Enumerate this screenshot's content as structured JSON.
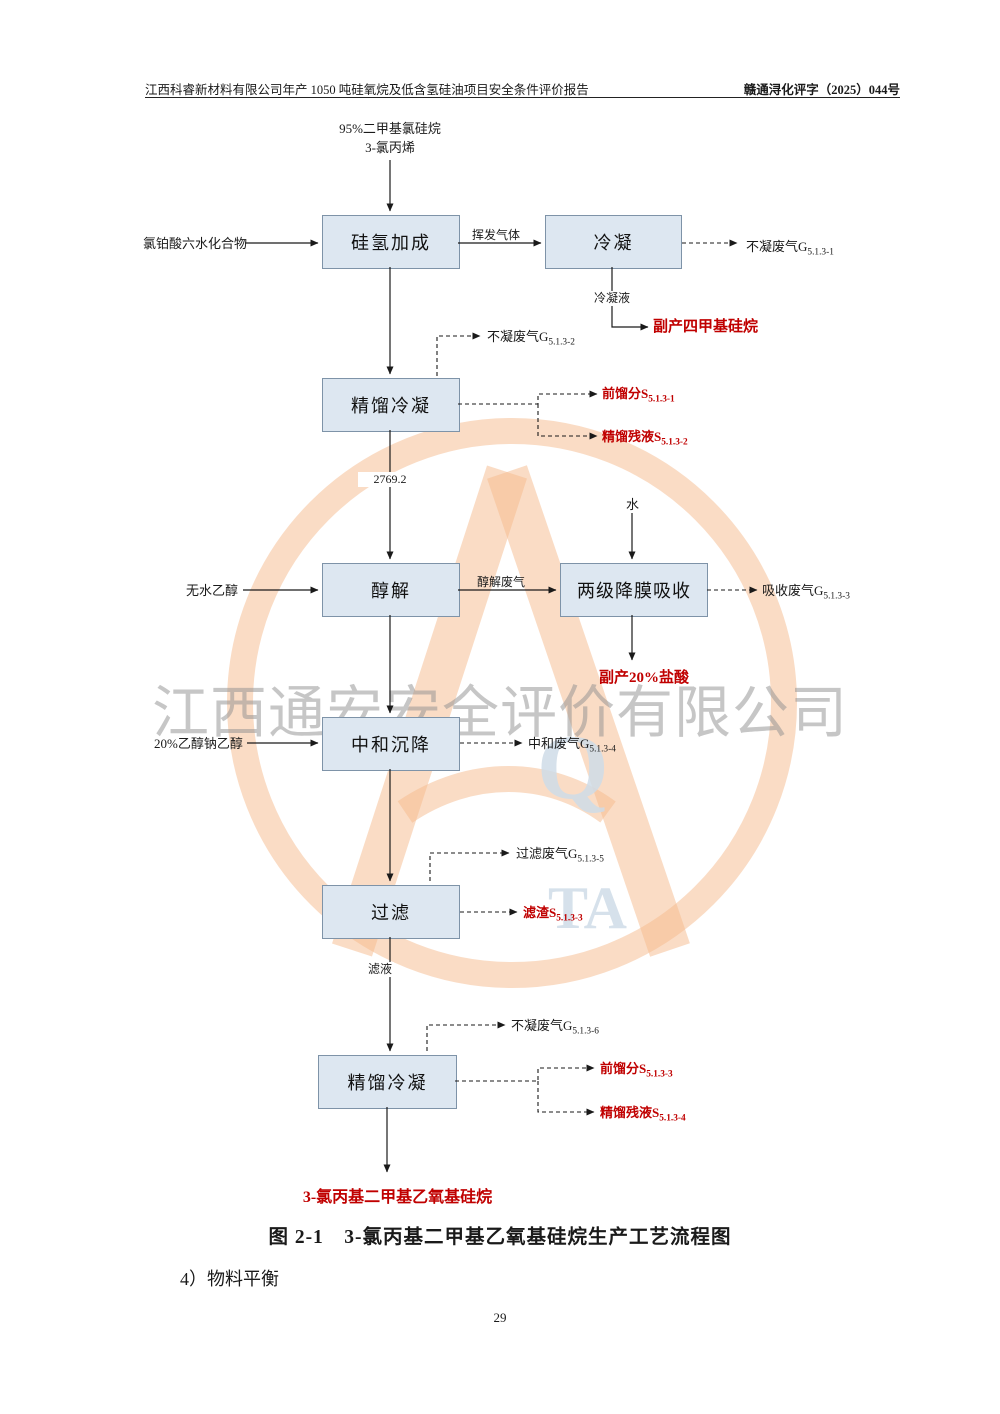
{
  "header": {
    "left": "江西科睿新材料有限公司年产 1050 吨硅氧烷及低含氢硅油项目安全条件评价报告",
    "right": "赣通浔化评字（2025）044号"
  },
  "watermark": {
    "company": "江西通安安全评价有限公司",
    "letter_q": "Q",
    "letter_ta": "TA"
  },
  "diagram": {
    "boxes": {
      "hydrosilylation": "硅氢加成",
      "condense": "冷凝",
      "distill_1": "精馏冷凝",
      "alcoholysis": "醇解",
      "falling_film": "两级降膜吸收",
      "neutralize": "中和沉降",
      "filter": "过滤",
      "distill_2": "精馏冷凝"
    },
    "labels": {
      "feed_line1": "95%二甲基氯硅烷",
      "feed_line2": "3-氯丙烯",
      "catalyst": "氯铂酸六水化合物",
      "volatile_gas": "挥发气体",
      "noncondensable_1": {
        "pre": "不凝废气G",
        "sub": "5.1.3-1"
      },
      "condensate": "冷凝液",
      "byproduct_tms": "副产四甲基硅烷",
      "noncondensable_2": {
        "pre": "不凝废气G",
        "sub": "5.1.3-2"
      },
      "fore_cut_1": {
        "pre": "前馏分S",
        "sub": "5.1.3-1"
      },
      "still_residue_1": {
        "pre": "精馏残液S",
        "sub": "5.1.3-2"
      },
      "flow_value": "2769.2",
      "ethanol": "无水乙醇",
      "alcoholysis_gas": "醇解废气",
      "water": "水",
      "absorb_gas": {
        "pre": "吸收废气G",
        "sub": "5.1.3-3"
      },
      "byproduct_hcl": "副产20%盐酸",
      "sodium_ethoxide": "20%乙醇钠乙醇",
      "neutral_gas": {
        "pre": "中和废气G",
        "sub": "5.1.3-4"
      },
      "filter_gas": {
        "pre": "过滤废气G",
        "sub": "5.1.3-5"
      },
      "filter_residue": {
        "pre": "滤渣S",
        "sub": "5.1.3-3"
      },
      "filtrate": "滤液",
      "noncondensable_6": {
        "pre": "不凝废气G",
        "sub": "5.1.3-6"
      },
      "fore_cut_3": {
        "pre": "前馏分S",
        "sub": "5.1.3-3"
      },
      "still_residue_4": {
        "pre": "精馏残液S",
        "sub": "5.1.3-4"
      },
      "product": "3-氯丙基二甲基乙氧基硅烷"
    }
  },
  "caption": "图 2-1　3-氯丙基二甲基乙氧基硅烷生产工艺流程图",
  "section_title": "4）物料平衡",
  "page_number": "29",
  "colors": {
    "red": "#c00000",
    "box_fill": "#dde7f1",
    "box_border": "#7e93a8",
    "watermark_orange": "#f5b98c",
    "watermark_blue": "#cfdce8"
  }
}
